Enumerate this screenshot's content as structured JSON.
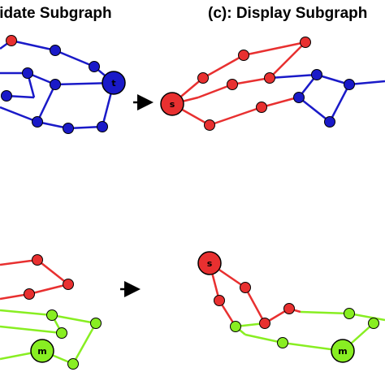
{
  "titles": {
    "left": "lidate Subgraph",
    "right": "(c): Display Subgraph"
  },
  "node_labels": {
    "top_left_t": "t",
    "top_right_s": "s",
    "bottom_left_m": "m",
    "bottom_right_s": "s",
    "bottom_right_m": "m"
  },
  "colors": {
    "blue": "#1a1ac8",
    "red": "#e83030",
    "green": "#88ee22",
    "arrow": "#000000"
  }
}
